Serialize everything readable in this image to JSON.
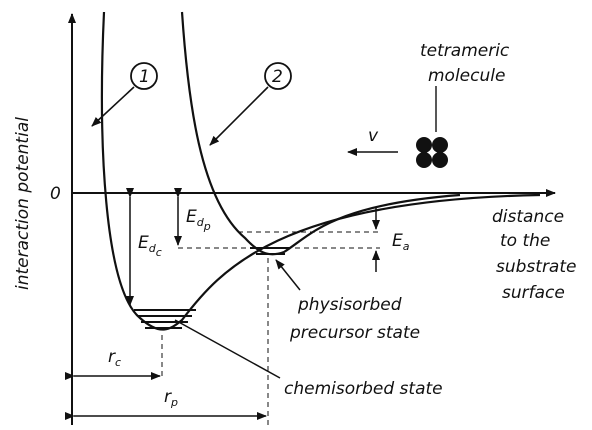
{
  "diagram": {
    "y_axis_label": "interaction potential",
    "zero_label": "0",
    "x_axis_label": [
      "distance",
      "to the",
      "substrate",
      "surface"
    ],
    "curve_markers": [
      "1",
      "2"
    ],
    "molecule_label": [
      "tetrameric",
      "molecule"
    ],
    "velocity_label": "v",
    "e_dc": {
      "main": "E",
      "sub": "d",
      "subsub": "c"
    },
    "e_dp": {
      "main": "E",
      "sub": "d",
      "subsub": "p"
    },
    "e_a": {
      "main": "E",
      "sub": "a"
    },
    "r_c": {
      "main": "r",
      "sub": "c"
    },
    "r_p": {
      "main": "r",
      "sub": "p"
    },
    "physisorbed_label": [
      "physisorbed",
      "precursor state"
    ],
    "chemisorbed_label": "chemisorbed state"
  }
}
